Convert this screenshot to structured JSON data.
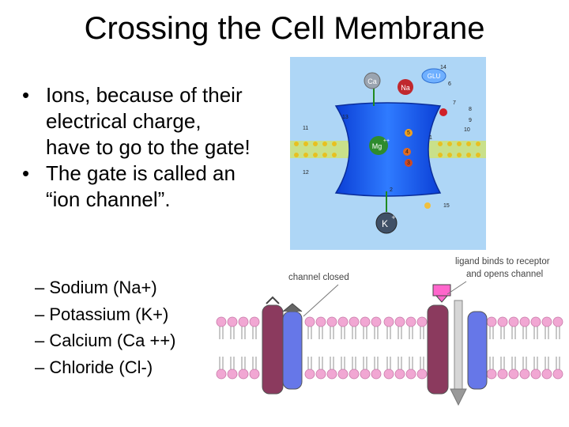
{
  "slide": {
    "title": "Crossing the Cell Membrane",
    "bullets": [
      "Ions, because of their electrical charge, have to go to the gate!",
      "The gate is called an “ion channel”."
    ],
    "sub_bullets": [
      "– Sodium (Na+)",
      "– Potassium (K+)",
      "– Calcium (Ca ++)",
      "– Chloride (Cl-)"
    ]
  },
  "figure": {
    "ions": {
      "ca": "Ca",
      "na": "Na",
      "mg": "Mg",
      "mg_charge": "++",
      "k": "K",
      "k_charge": "+",
      "glu": "GLU"
    },
    "numbers": [
      "14",
      "6",
      "7",
      "8",
      "9",
      "10",
      "11",
      "12",
      "13",
      "5",
      "4",
      "3",
      "2",
      "1",
      "15"
    ]
  },
  "diagram": {
    "closed_label": "channel closed",
    "open_label_line1": "ligand binds to receptor",
    "open_label_line2": "and opens channel"
  },
  "colors": {
    "channel_blue": "#1a5cf0",
    "figure_bg": "#aed6f6",
    "protein_maroon": "#8b3a5e",
    "protein_blue": "#6677e8",
    "lipid_pink": "#f1a7d3",
    "ligand_pink": "#ff66cc"
  }
}
